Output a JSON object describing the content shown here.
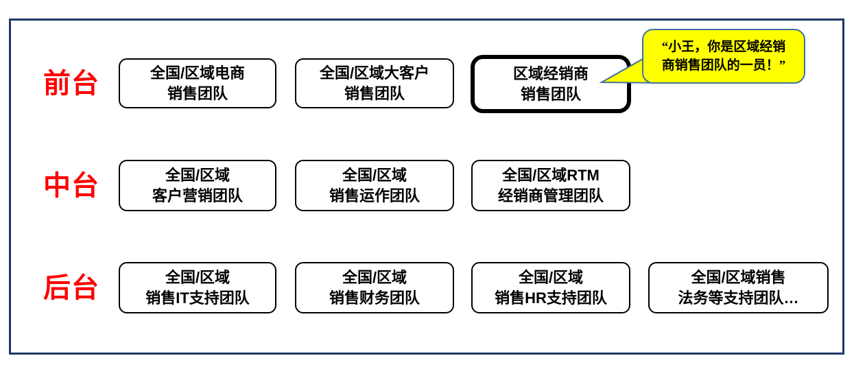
{
  "colors": {
    "frame_border": "#1F3864",
    "row_label_red": "#FF0000",
    "box_border": "#000000",
    "callout_fill": "#FFFF00",
    "callout_border": "#41719C"
  },
  "rows": [
    {
      "label": "前台",
      "boxes": [
        {
          "lines": [
            "全国/区域电商",
            "销售团队"
          ]
        },
        {
          "lines": [
            "全国/区域大客户",
            "销售团队"
          ]
        },
        {
          "lines": [
            "区域经销商",
            "销售团队"
          ],
          "highlight": true
        }
      ]
    },
    {
      "label": "中台",
      "boxes": [
        {
          "lines": [
            "全国/区域",
            "客户营销团队"
          ]
        },
        {
          "lines": [
            "全国/区域",
            "销售运作团队"
          ]
        },
        {
          "lines": [
            "全国/区域RTM",
            "经销商管理团队"
          ]
        }
      ]
    },
    {
      "label": "后台",
      "boxes": [
        {
          "lines": [
            "全国/区域",
            "销售IT支持团队"
          ]
        },
        {
          "lines": [
            "全国/区域",
            "销售财务团队"
          ]
        },
        {
          "lines": [
            "全国/区域",
            "销售HR支持团队"
          ]
        },
        {
          "lines": [
            "全国/区域销售",
            "法务等支持团队…"
          ]
        }
      ]
    }
  ],
  "callout": {
    "lines": [
      "“小王，你是区域经销",
      "商销售团队的一员！”"
    ]
  }
}
